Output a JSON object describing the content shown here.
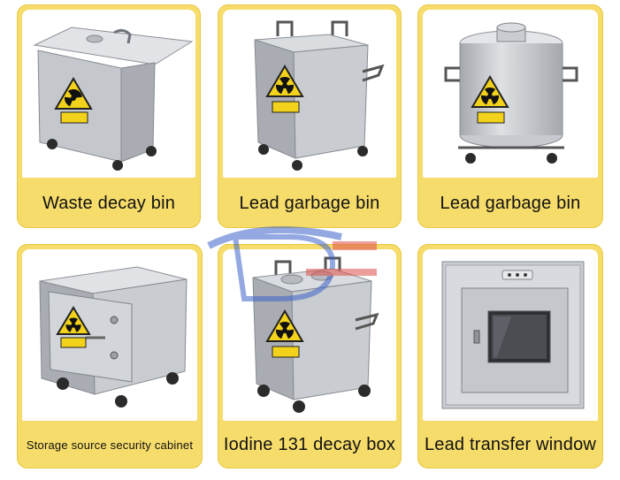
{
  "products": [
    {
      "label": "Waste decay bin",
      "icon": "radiation-icon"
    },
    {
      "label": "Lead garbage bin",
      "icon": "radiation-icon"
    },
    {
      "label": "Lead garbage bin",
      "icon": "radiation-icon"
    },
    {
      "label": "Storage source security cabinet",
      "icon": "radiation-icon"
    },
    {
      "label": "Iodine 131 decay box",
      "icon": "radiation-icon"
    },
    {
      "label": "Lead transfer window",
      "icon": "window-icon"
    }
  ],
  "colors": {
    "card_background": "#f6dc6a",
    "steel": "#c9ccd0",
    "warning_yellow": "#f2d21a",
    "watermark_blue": "#3d63c9",
    "watermark_red": "#e0504a"
  }
}
